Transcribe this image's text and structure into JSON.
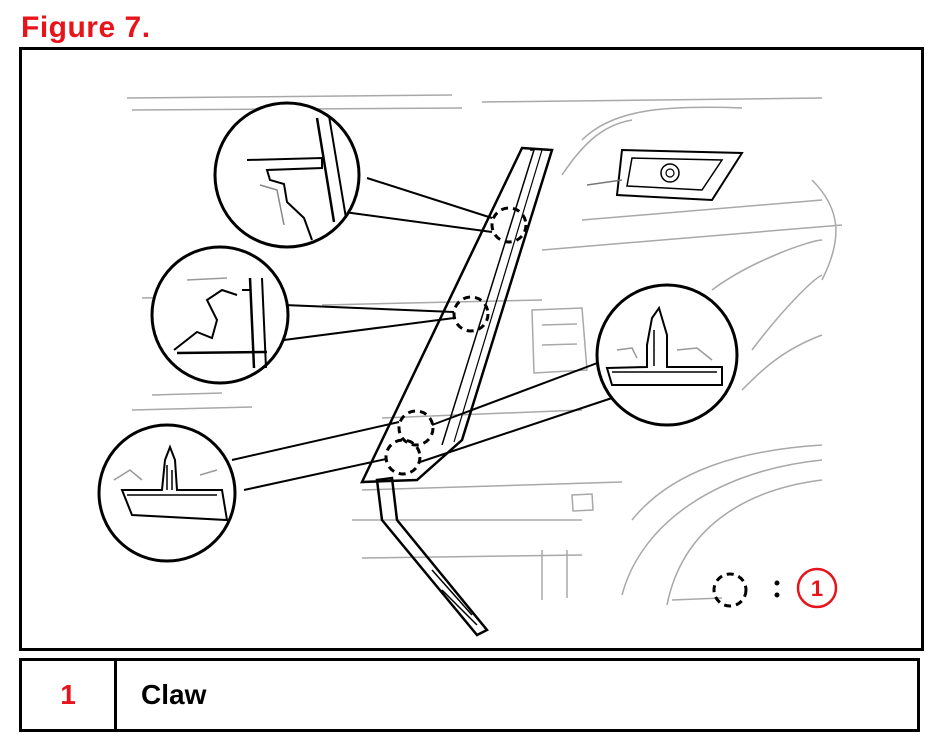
{
  "figure": {
    "title": "Figure 7."
  },
  "key": {
    "number": "1"
  },
  "legend": {
    "rows": [
      {
        "number": "1",
        "label": "Claw"
      }
    ]
  },
  "colors": {
    "accent_red": "#e8141b",
    "line": "#000000",
    "light_line": "#9a9a9a"
  }
}
